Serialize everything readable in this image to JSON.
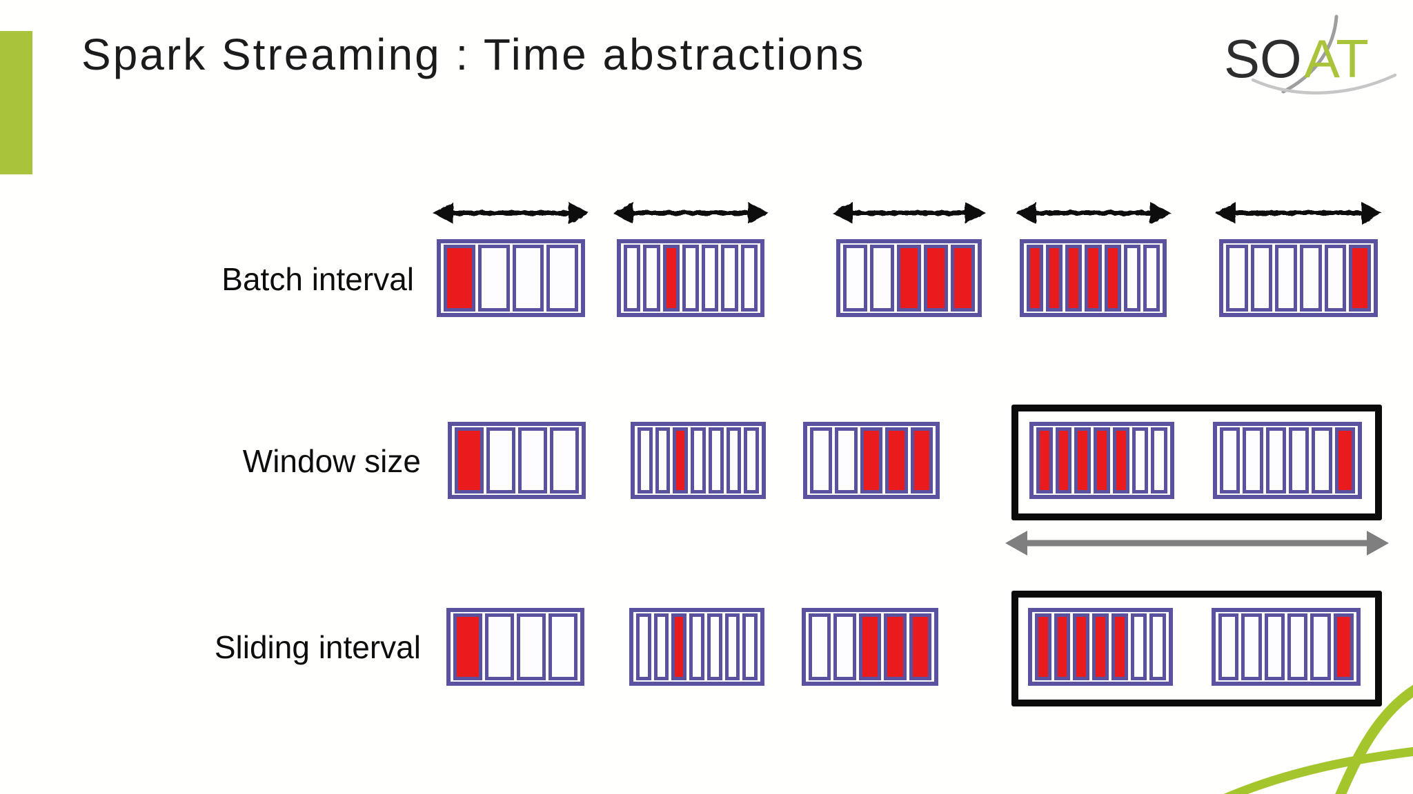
{
  "title": "Spark Streaming : Time abstractions",
  "logo": {
    "prefix": "SO",
    "suffix": "AT"
  },
  "colors": {
    "accent_green": "#a9c43b",
    "swoosh_green": "#a4c52c",
    "cell_red": "#ea1b1d",
    "cell_border_purple": "#5a529e",
    "window_outline_black": "#0b0b0b",
    "window_arrow_gray": "#7f7f7f",
    "batch_arrow_black": "#0b0b0b"
  },
  "rows": [
    {
      "label": "Batch interval",
      "arrows_above_each_group": true,
      "window_outline": false,
      "gray_arrow_below_window": false
    },
    {
      "label": "Window size",
      "arrows_above_each_group": false,
      "window_outline": true,
      "gray_arrow_below_window": true
    },
    {
      "label": "Sliding interval",
      "arrows_above_each_group": false,
      "window_outline": true,
      "gray_arrow_below_window": false
    }
  ],
  "group_patterns": [
    {
      "cells": [
        "red",
        "white",
        "white",
        "white"
      ]
    },
    {
      "cells": [
        "white",
        "white",
        "red",
        "white",
        "white",
        "white",
        "white"
      ]
    },
    {
      "cells": [
        "white",
        "white",
        "red",
        "red",
        "red"
      ]
    },
    {
      "cells": [
        "red",
        "red",
        "red",
        "red",
        "red",
        "white",
        "white"
      ]
    },
    {
      "cells": [
        "white",
        "white",
        "white",
        "white",
        "white",
        "red"
      ]
    }
  ],
  "window_outline_contains_groups": [
    4,
    5
  ]
}
